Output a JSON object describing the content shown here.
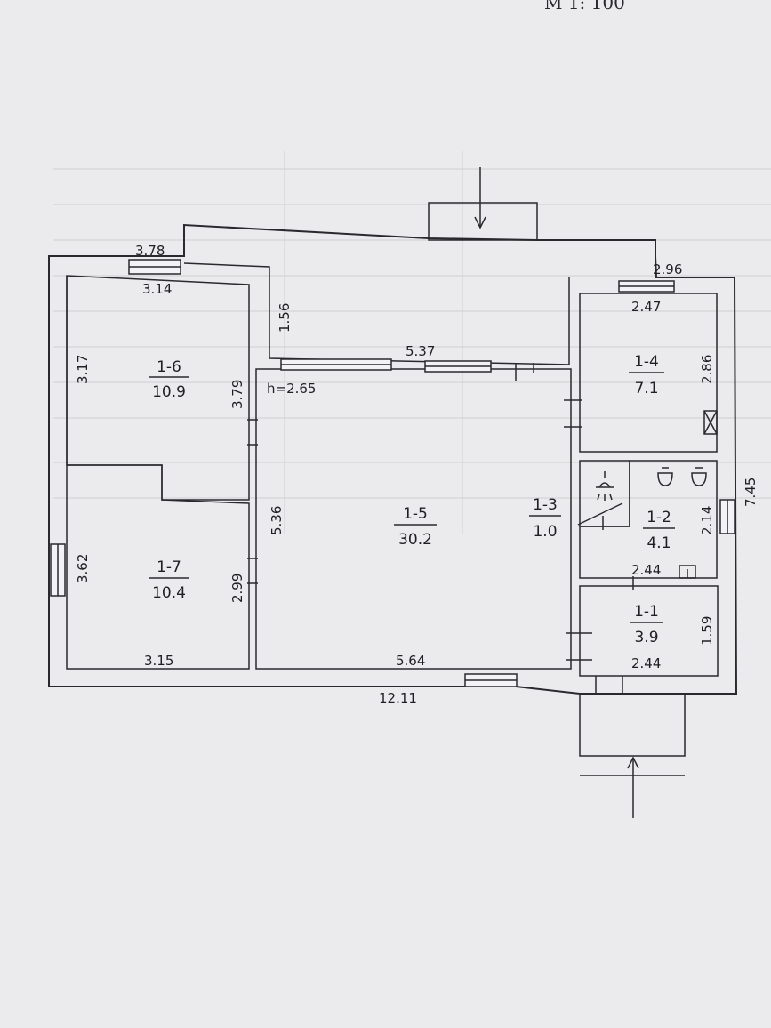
{
  "scale": "М 1: 100",
  "ceiling_height": "h=2.65",
  "rooms": {
    "r11": {
      "id": "1-1",
      "area": "3.9"
    },
    "r12": {
      "id": "1-2",
      "area": "4.1"
    },
    "r13": {
      "id": "1-3",
      "area": "1.0"
    },
    "r14": {
      "id": "1-4",
      "area": "7.1"
    },
    "r15": {
      "id": "1-5",
      "area": "30.2"
    },
    "r16": {
      "id": "1-6",
      "area": "10.9"
    },
    "r17": {
      "id": "1-7",
      "area": "10.4"
    }
  },
  "dims": {
    "d378": "3.78",
    "d314": "3.14",
    "d156": "1.56",
    "d537": "5.37",
    "d296": "2.96",
    "d247": "2.47",
    "d317": "3.17",
    "d379": "3.79",
    "d286": "2.86",
    "d745": "7.45",
    "d214": "2.14",
    "d244a": "2.44",
    "d536": "5.36",
    "d362": "3.62",
    "d299": "2.99",
    "d159": "1.59",
    "d244b": "2.44",
    "d315": "3.15",
    "d564": "5.64",
    "d1211": "12.11"
  }
}
